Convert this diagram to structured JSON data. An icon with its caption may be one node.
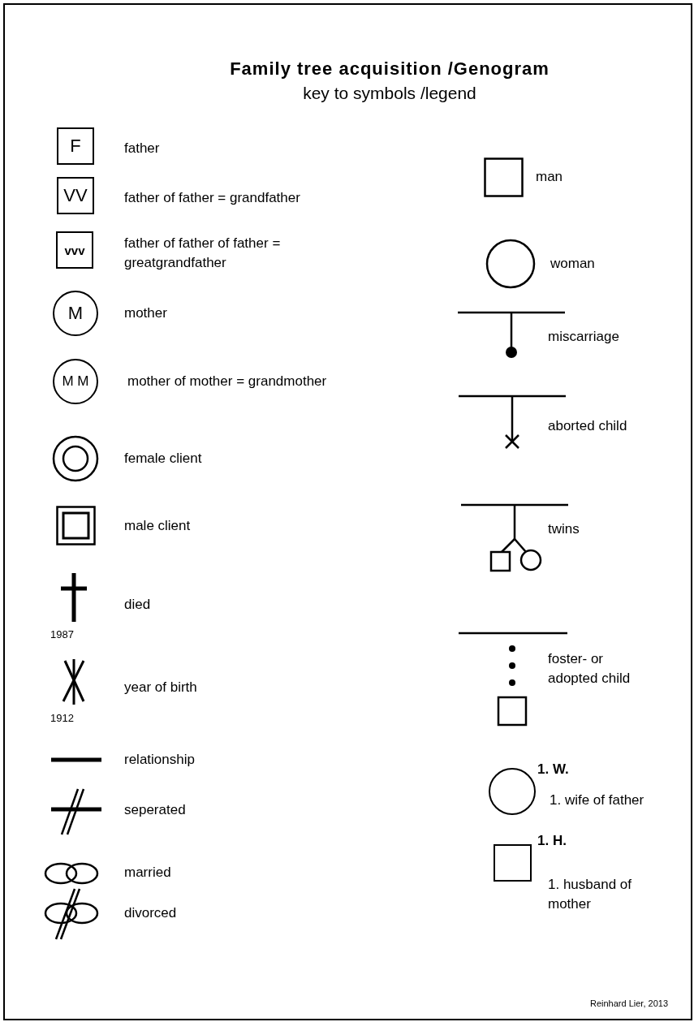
{
  "diagram": {
    "title": "Family tree acquisition /Genogram",
    "nodes": [
      {
        "text": [
          "F"
        ],
        "beside": [
          "father"
        ]
      },
      {
        "text": [
          "VV"
        ],
        "beside": [
          "father of father = grandfather"
        ]
      },
      {
        "text": [
          "vvv"
        ],
        "beside": [
          "father of father of father = greatgrandfather"
        ]
      },
      {
        "text": [
          "M"
        ],
        "beside": [
          "mother"
        ]
      },
      {
        "text": [
          "M M"
        ],
        "beside": [
          "mother of mother = grandmother"
        ]
      },
      {
        "text": [
          "1. W."
        ],
        "beside": [
          "1. wife of father"
        ]
      },
      {
        "text": [
          "1. H."
        ],
        "beside": [
          "1. husband of mother"
        ]
      }
    ],
    "labels": [
      "key to symbols /legend",
      "1987",
      "1912",
      "Reinhard Lier, 2013"
    ],
    "legend": [
      {
        "text": "female client"
      },
      {
        "text": "male client"
      },
      {
        "text": "died"
      },
      {
        "text": "year of birth"
      },
      {
        "text": "relationship"
      },
      {
        "text": "seperated"
      },
      {
        "text": "married"
      },
      {
        "text": "divorced"
      },
      {
        "text": "man"
      },
      {
        "text": "woman"
      },
      {
        "text": "miscarriage"
      },
      {
        "text": "aborted child"
      },
      {
        "text": "twins"
      },
      {
        "text": "foster- or adopted child"
      }
    ]
  }
}
